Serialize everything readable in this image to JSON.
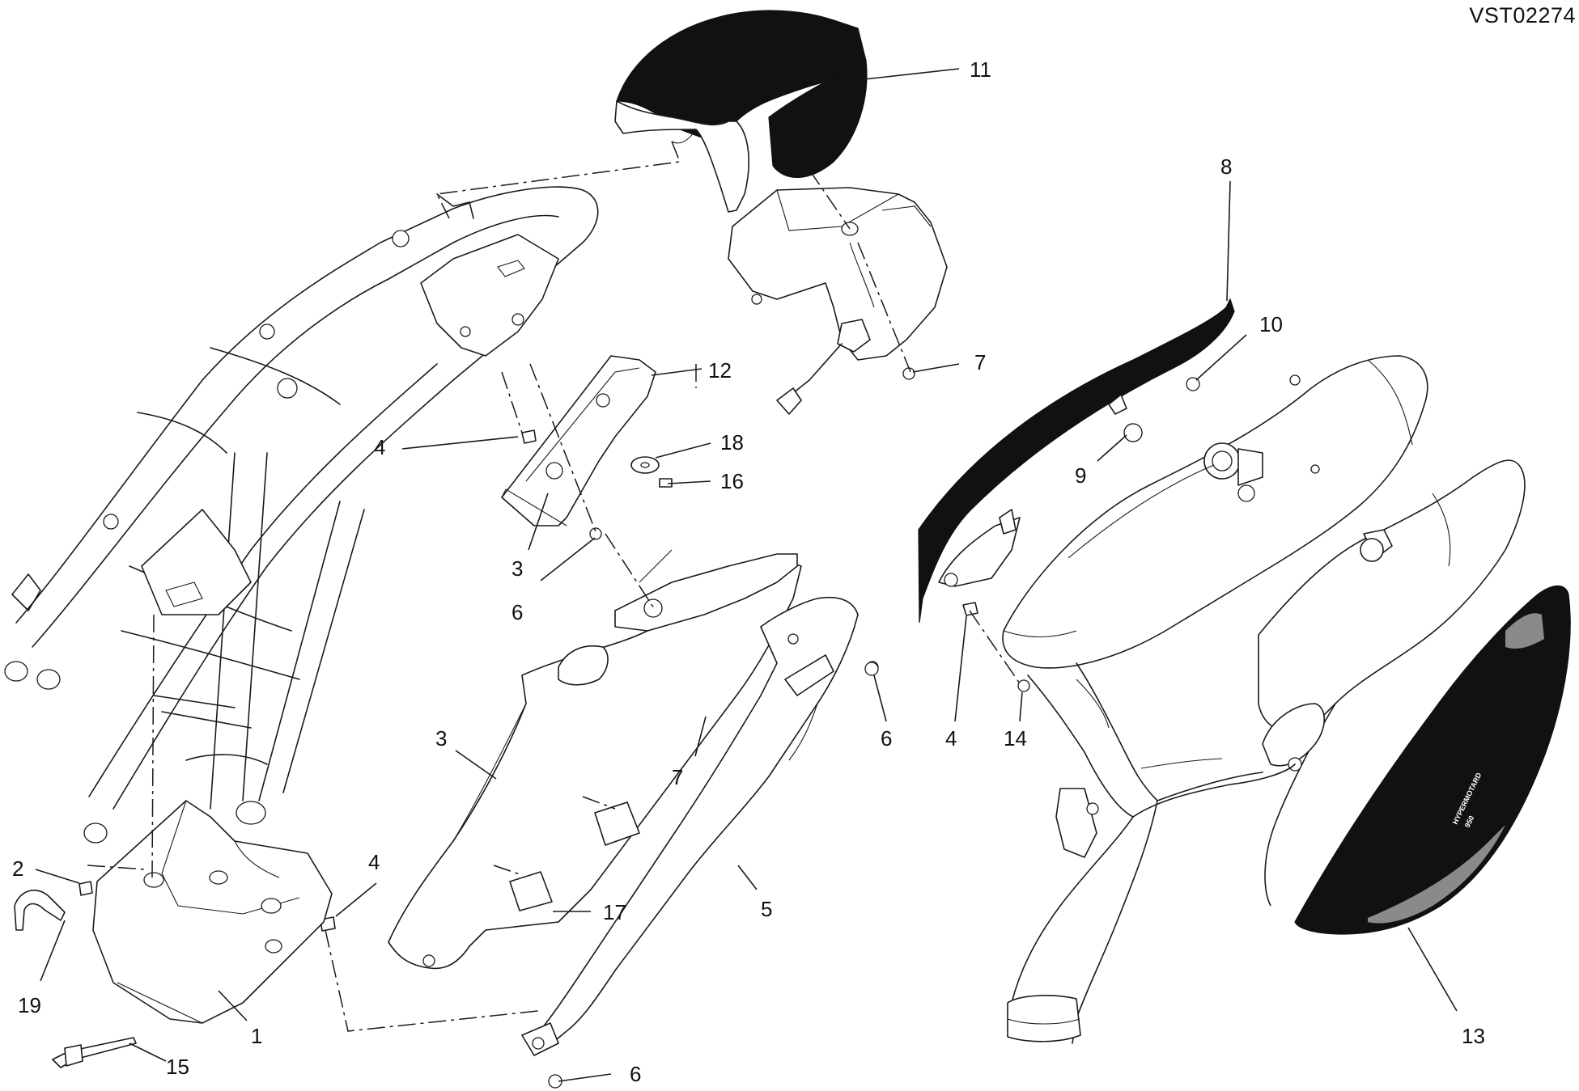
{
  "reference_code": "VST02274",
  "model_text": "HYPERMOTARD",
  "model_number": "950",
  "callouts": [
    {
      "label": "11"
    },
    {
      "label": "8"
    },
    {
      "label": "10"
    },
    {
      "label": "7"
    },
    {
      "label": "12"
    },
    {
      "label": "18"
    },
    {
      "label": "4"
    },
    {
      "label": "16"
    },
    {
      "label": "9"
    },
    {
      "label": "3"
    },
    {
      "label": "6"
    },
    {
      "label": "3"
    },
    {
      "label": "7"
    },
    {
      "label": "6"
    },
    {
      "label": "4"
    },
    {
      "label": "14"
    },
    {
      "label": "2"
    },
    {
      "label": "4"
    },
    {
      "label": "5"
    },
    {
      "label": "17"
    },
    {
      "label": "19"
    },
    {
      "label": "1"
    },
    {
      "label": "13"
    },
    {
      "label": "15"
    },
    {
      "label": "6"
    }
  ]
}
